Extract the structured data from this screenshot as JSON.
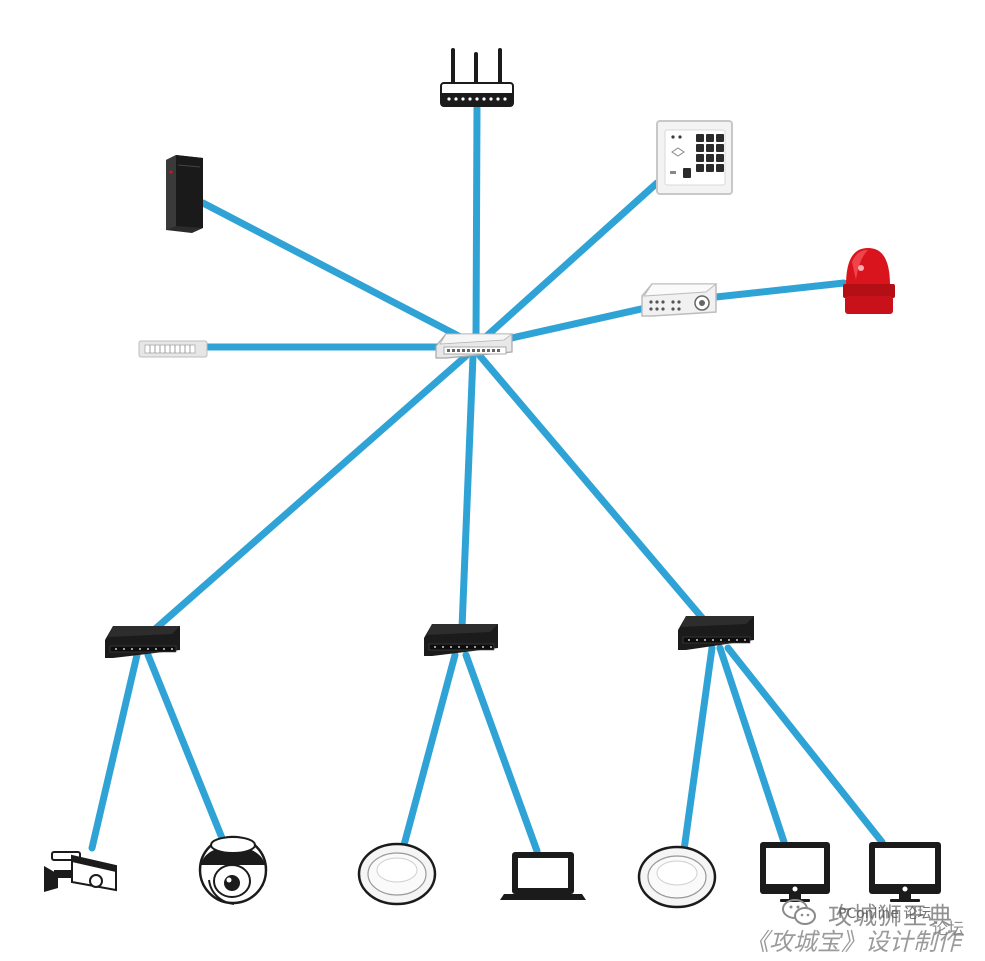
{
  "diagram": {
    "links": [
      {
        "from": "core-switch",
        "to": "wireless-router"
      },
      {
        "from": "core-switch",
        "to": "server-tower"
      },
      {
        "from": "core-switch",
        "to": "access-control-keypad"
      },
      {
        "from": "core-switch",
        "to": "alarm-controller"
      },
      {
        "from": "alarm-controller",
        "to": "alarm-beacon"
      },
      {
        "from": "core-switch",
        "to": "rack-switch"
      },
      {
        "from": "core-switch",
        "to": "edge-switch-left"
      },
      {
        "from": "core-switch",
        "to": "edge-switch-middle"
      },
      {
        "from": "core-switch",
        "to": "edge-switch-right"
      },
      {
        "from": "edge-switch-left",
        "to": "bullet-camera"
      },
      {
        "from": "edge-switch-left",
        "to": "dome-camera"
      },
      {
        "from": "edge-switch-middle",
        "to": "ceiling-ap-1"
      },
      {
        "from": "edge-switch-middle",
        "to": "laptop"
      },
      {
        "from": "edge-switch-right",
        "to": "ceiling-ap-2"
      },
      {
        "from": "edge-switch-right",
        "to": "desktop-monitor-1"
      },
      {
        "from": "edge-switch-right",
        "to": "desktop-monitor-2"
      }
    ],
    "colors": {
      "link": "#2fa3d6",
      "alarm": "#d9141c",
      "switch_dark": "#1b1b1b",
      "switch_light": "#e4e4e4"
    }
  },
  "watermark": {
    "line1": "攻城狮王典",
    "line1_overlay": "PConline 论坛",
    "line2": "《攻城宝》设计制作",
    "line2_overlay": "论坛"
  }
}
